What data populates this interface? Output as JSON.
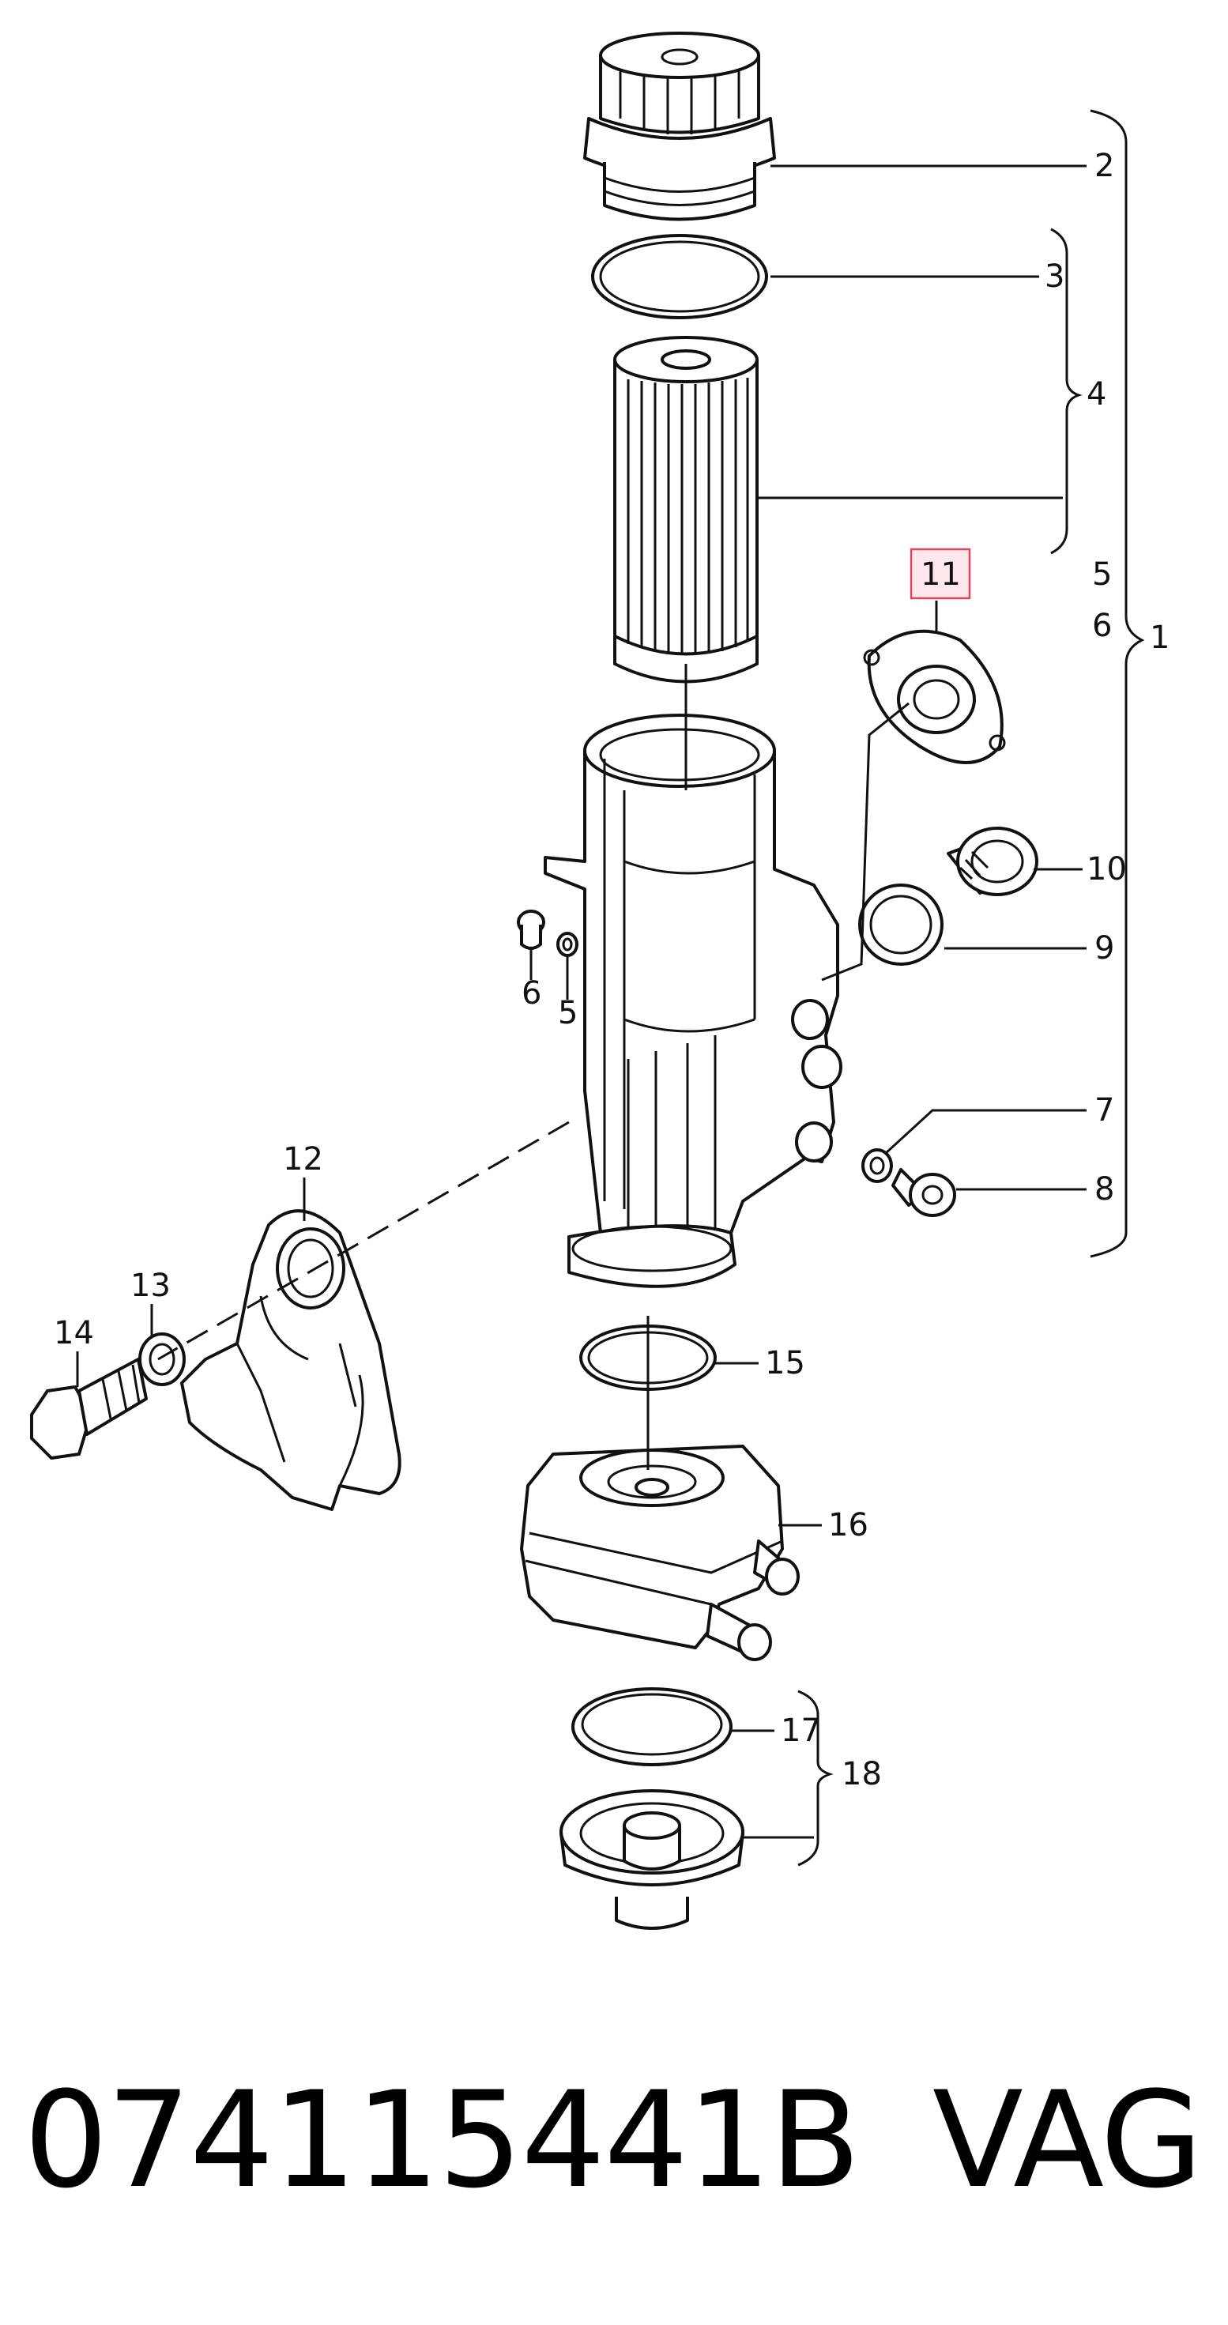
{
  "diagram": {
    "callouts": {
      "c1": "1",
      "c2": "2",
      "c3": "3",
      "c4": "4",
      "c5a": "5",
      "c6a": "6",
      "c5b": "5",
      "c6b": "6",
      "c7": "7",
      "c8": "8",
      "c9": "9",
      "c10": "10",
      "c11": "11",
      "c12": "12",
      "c13": "13",
      "c14": "14",
      "c15": "15",
      "c16": "16",
      "c17": "17",
      "c18": "18"
    },
    "highlighted_callout": "11",
    "highlight_color": "#d9485c"
  },
  "caption": {
    "part_number": "074115441B",
    "brand": "VAG"
  }
}
